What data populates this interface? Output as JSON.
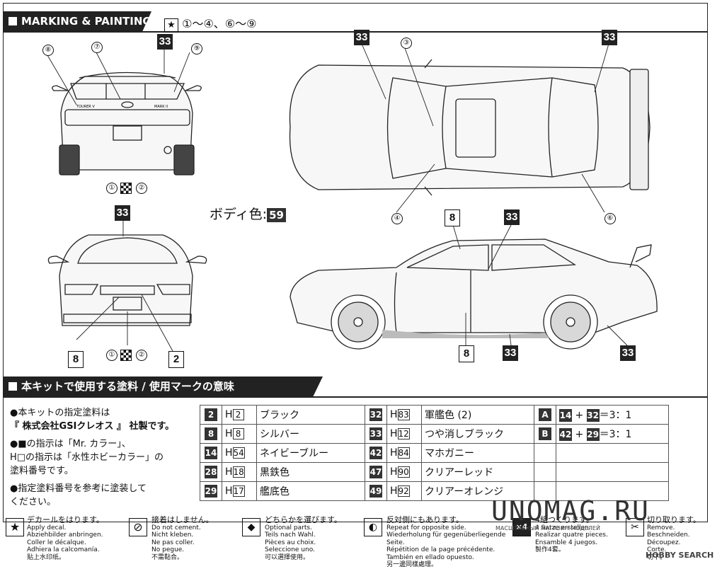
{
  "header": {
    "title": "MARKING & PAINTING",
    "apply": "①〜④、⑥〜⑨"
  },
  "body_color_label": "ボディ色:",
  "body_color_code": "59",
  "callouts": {
    "rear": [
      "⑧",
      "⑦",
      "⑨",
      "①",
      "②"
    ],
    "front_plate": [
      "①",
      "②"
    ],
    "top": [
      "③",
      "④",
      "⑥"
    ],
    "tags": [
      "33",
      "33",
      "33",
      "33",
      "33",
      "8",
      "33",
      "8",
      "33",
      "33",
      "8",
      "2"
    ]
  },
  "rear_badges": {
    "left": "TOURER V",
    "right": "MARK II"
  },
  "section2": {
    "title": "本キットで使用する塗料 / 使用マークの意味"
  },
  "notes": [
    "●本キットの指定塗料は",
    "『 株式会社GSIクレオス 』 社製です。",
    "●■の指示は「Mr. カラー」、",
    "H□の指示は「水性ホビーカラー」の",
    "塗料番号です。",
    "●指定塗料番号を参考に塗装して",
    "ください。"
  ],
  "paints": [
    {
      "c": "2",
      "h": "2",
      "name": "ブラック"
    },
    {
      "c": "8",
      "h": "8",
      "name": "シルバー"
    },
    {
      "c": "14",
      "h": "54",
      "name": "ネイビーブルー"
    },
    {
      "c": "28",
      "h": "18",
      "name": "黒鉄色"
    },
    {
      "c": "29",
      "h": "17",
      "name": "艦底色"
    },
    {
      "c": "32",
      "h": "83",
      "name": "軍艦色 (2)"
    },
    {
      "c": "33",
      "h": "12",
      "name": "つや消しブラック"
    },
    {
      "c": "42",
      "h": "84",
      "name": "マホガニー"
    },
    {
      "c": "47",
      "h": "90",
      "name": "クリアーレッド"
    },
    {
      "c": "49",
      "h": "92",
      "name": "クリアーオレンジ"
    }
  ],
  "mixes": [
    {
      "id": "A",
      "a": "14",
      "b": "32",
      "ratio": "＝3：1"
    },
    {
      "id": "B",
      "a": "42",
      "b": "29",
      "ratio": "＝3：1"
    }
  ],
  "icons": [
    {
      "title": "デカールをはります。",
      "lines": [
        "Apply decal.",
        "Abziehbilder anbringen.",
        "Coller le décalque.",
        "Adhiera la calcomanía.",
        "贴上水印纸。"
      ]
    },
    {
      "title": "接着はしません。",
      "lines": [
        "Do not cement.",
        "Nicht kleben.",
        "Ne pas coller.",
        "No pegue.",
        "不需黏合。"
      ]
    },
    {
      "title": "どちらかを選びます。",
      "lines": [
        "Optional parts.",
        "Teils nach Wahl.",
        "Pièces au choix.",
        "Seleccione uno.",
        "可以選擇使用。"
      ]
    },
    {
      "title": "反対側にもあります。",
      "lines": [
        "Repeat for opposite side.",
        "Wiederholung für gegenüberliegende Seite.",
        "Répétition de la page précédente.",
        "También en ellado opuesto.",
        "另一邊同樣處理。"
      ]
    },
    {
      "title": "4組つくります。",
      "lines": [
        "4 Satze erstellen.",
        "Realizar quatre pieces.",
        "Ensamble 4 juegos.",
        "製作4套。"
      ]
    },
    {
      "title": "切り取ります。",
      "lines": [
        "Remove.",
        "Beschneiden.",
        "Découpez.",
        "Corte.",
        "切下。"
      ]
    }
  ],
  "watermark": "UNOMAG.RU",
  "watermark_sub": "МАСШТАБНЫЙ МАГАЗИН МОДЕЛЕЙ",
  "source": "HOBBY SEARCH"
}
